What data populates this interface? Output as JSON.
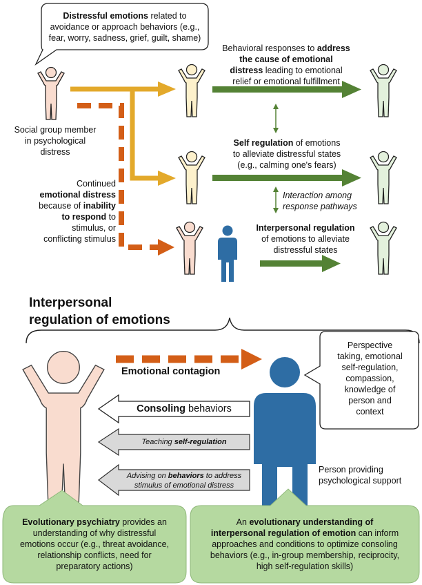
{
  "top_bubble": {
    "bold": "Distressful emotions",
    "line1_rest": " related to",
    "line2": "avoidance or approach behaviors (e.g.,",
    "line3": "fear, worry, sadness, grief, guilt, shame)"
  },
  "social_member": {
    "line1": "Social group member",
    "line2": "in psychological",
    "line3": "distress"
  },
  "pathway_address": {
    "line1": "Behavioral responses to",
    "line1_bold": "address",
    "line2_bold": "the cause of emotional",
    "line3_bold": "distress",
    "line3_rest": " leading to emotional",
    "line4": "relief or emotional fulfillment"
  },
  "pathway_self": {
    "line1_bold": "Self regulation",
    "line1_rest": " of emotions",
    "line2": "to alleviate distressful states",
    "line3": "(e.g., calming one's fears)"
  },
  "interaction": {
    "line1": "Interaction among",
    "line2": "response pathways"
  },
  "continued": {
    "line1": "Continued",
    "line2_bold": "emotional distress",
    "line3": "because of",
    "line3_bold": "inability",
    "line4_bold": "to respond",
    "line4_rest": " to",
    "line5": "stimulus, or",
    "line6": "conflicting stimulus"
  },
  "pathway_interpersonal": {
    "line1_bold": "Interpersonal regulation",
    "line2": "of emotions to alleviate",
    "line3": "distressful states"
  },
  "section_title": {
    "line1": "Interpersonal",
    "line2": "regulation of emotions"
  },
  "contagion": {
    "label": "Emotional contagion"
  },
  "consoling": {
    "bold": "Consoling",
    "rest": " behaviors"
  },
  "teaching": {
    "pre": "Teaching ",
    "bold": "self-regulation"
  },
  "advising": {
    "pre": "Advising on ",
    "bold": "behaviors",
    "rest": " to address",
    "line2": "stimulus of emotional distress"
  },
  "supporter_bubble": {
    "lines": [
      "Perspective",
      "taking, emotional",
      "self-regulation,",
      "compassion,",
      "knowledge of",
      "person and",
      "context"
    ]
  },
  "supporter_label": {
    "line1": "Person providing",
    "line2": "psychological support"
  },
  "box_left": {
    "bold": "Evolutionary psychiatry",
    "line1_rest": " provides an",
    "line2": "understanding of why distressful",
    "line3": "emotions occur (e.g., threat avoidance,",
    "line4": "relationship conflicts, need for",
    "line5": "preparatory actions)"
  },
  "box_right": {
    "line1_pre": "An ",
    "line1_bold": "evolutionary understanding of",
    "line2_bold": "interpersonal regulation of emotion",
    "line2_rest": " can inform",
    "line3": "approaches and conditions to optimize consoling",
    "line4": "behaviors (e.g., in-group membership, reciprocity,",
    "line5": "high self-regulation skills)"
  },
  "colors": {
    "distress_fill": "#f9dccf",
    "yellow_fill": "#fdf1cc",
    "relief_fill": "#e3f1dc",
    "supporter_blue": "#2e6da4",
    "arrow_yellow": "#e3a92b",
    "arrow_green": "#548235",
    "arrow_orange": "#d35e17",
    "box_green": "#b5d9a0",
    "gray_arrow": "#d9d9d9"
  }
}
